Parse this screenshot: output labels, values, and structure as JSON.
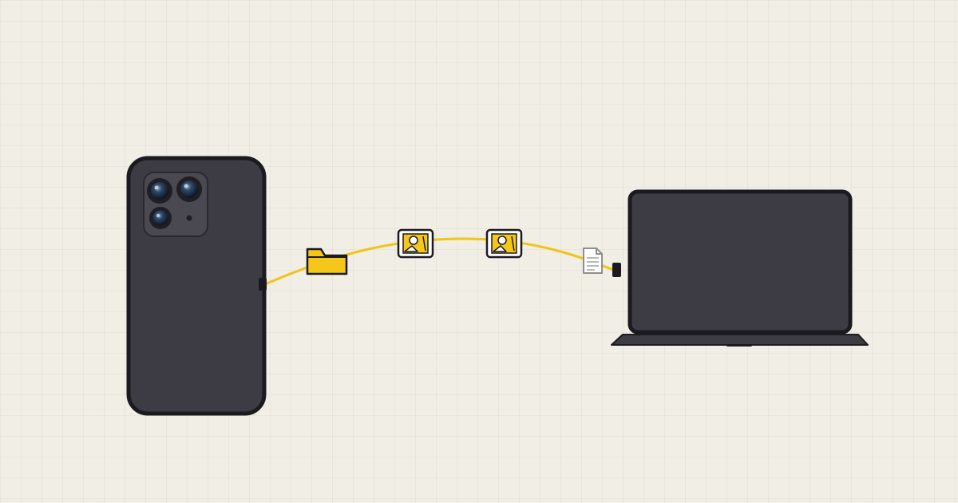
{
  "scene": {
    "source_device": "phone",
    "target_device": "laptop",
    "transfer_items": [
      {
        "kind": "folder",
        "icon": "folder-icon"
      },
      {
        "kind": "image",
        "icon": "image-icon"
      },
      {
        "kind": "image",
        "icon": "image-icon"
      },
      {
        "kind": "document",
        "icon": "document-icon"
      }
    ]
  },
  "colors": {
    "background": "#f1eee5",
    "device_body": "#3d3b44",
    "device_outline": "#1b1a1f",
    "cable": "#f0c419",
    "icon_yellow": "#f4c71a",
    "document_gray": "#9a9a9a"
  }
}
